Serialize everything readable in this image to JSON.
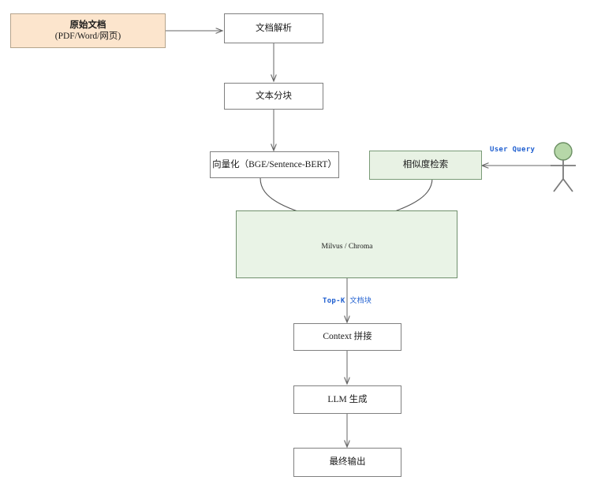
{
  "diagram": {
    "title": "RAG Pipeline Flowchart",
    "colors": {
      "source_fill": "#fce5cd",
      "green_fill": "#e8f2e4",
      "container_fill": "#e9f3e6",
      "cylinder_fill": "#a8cdec",
      "edge_label": "#1f5fd0",
      "actor_head": "#b6d7a8",
      "stroke": "#808080"
    },
    "nodes": {
      "source_doc": {
        "line1": "原始文档",
        "line2": "(PDF/Word/网页)"
      },
      "doc_parse": {
        "label": "文档解析"
      },
      "text_chunk": {
        "label": "文本分块"
      },
      "vectorize": {
        "label": "向量化（BGE/Sentence-BERT）"
      },
      "similarity": {
        "label": "相似度检索"
      },
      "vector_db": {
        "label": "Milvus / Chroma"
      },
      "context": {
        "label": "Context 拼接"
      },
      "llm": {
        "label": "LLM 生成"
      },
      "output": {
        "label": "最终输出"
      }
    },
    "edge_labels": {
      "user_query": "User Query",
      "topk_latin": "Top-K",
      "topk_cjk": "文档块"
    },
    "actor": {
      "name": "user-actor"
    }
  }
}
